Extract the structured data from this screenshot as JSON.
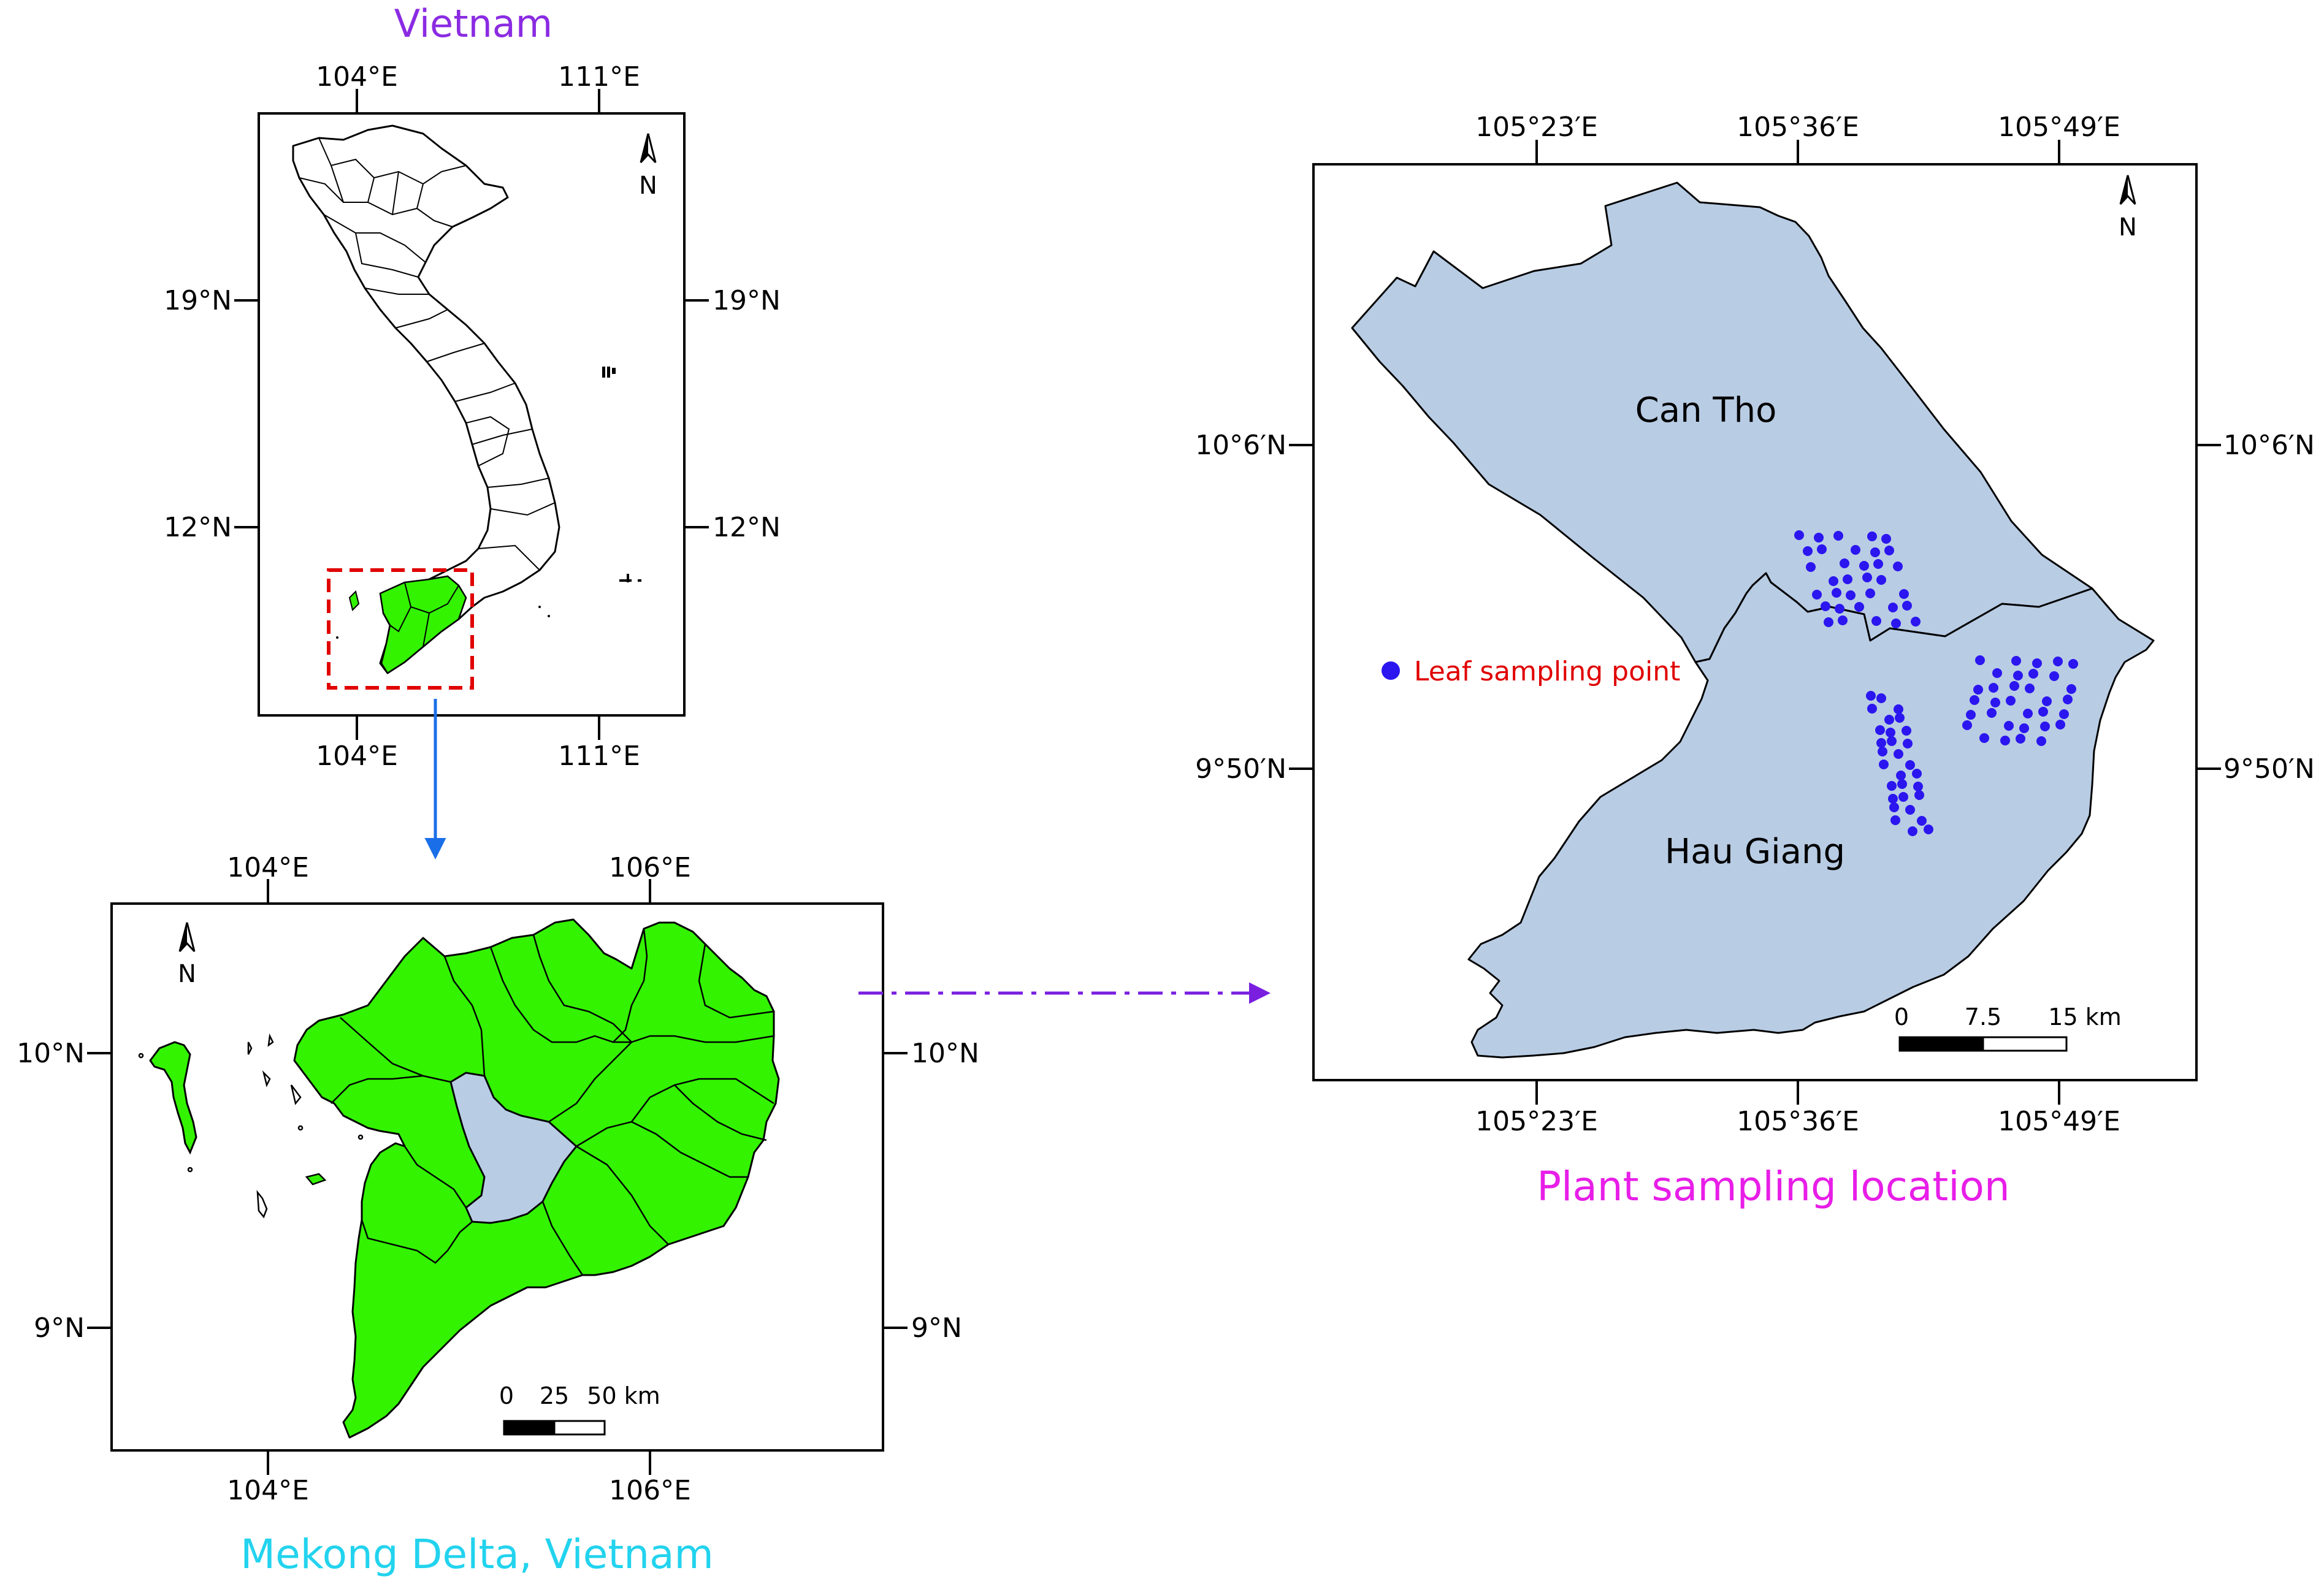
{
  "colors": {
    "province_green": "#33f300",
    "study_blue": "#b8cce4",
    "border": "#000000",
    "vietnam_title": "#8b2be2",
    "mekong_title": "#22d3ee",
    "plant_title": "#e81ee8",
    "sample_point": "#2b16f0",
    "leaf_label": "#e00000",
    "arrow_blue": "#1a6fe8",
    "arrow_purple": "#7a1fe0"
  },
  "vietnam": {
    "title": "Vietnam",
    "lon_labels": [
      "104°E",
      "111°E"
    ],
    "lat_labels": [
      "19°N",
      "12°N"
    ],
    "north_label": "N",
    "north_icon": "north-arrow-icon"
  },
  "mekong": {
    "title": "Mekong Delta, Vietnam",
    "lon_labels": [
      "104°E",
      "106°E"
    ],
    "lat_labels": [
      "10°N",
      "9°N"
    ],
    "north_label": "N",
    "scale_labels": [
      "0",
      "25",
      "50 km"
    ]
  },
  "plant": {
    "title": "Plant sampling location",
    "lon_labels": [
      "105°23′E",
      "105°36′E",
      "105°49′E"
    ],
    "lat_labels": [
      "10°6′N",
      "9°50′N"
    ],
    "north_label": "N",
    "scale_labels": [
      "0",
      "7.5",
      "15 km"
    ],
    "province_labels": [
      "Can Tho",
      "Hau Giang"
    ],
    "legend_label": "Leaf sampling point"
  }
}
